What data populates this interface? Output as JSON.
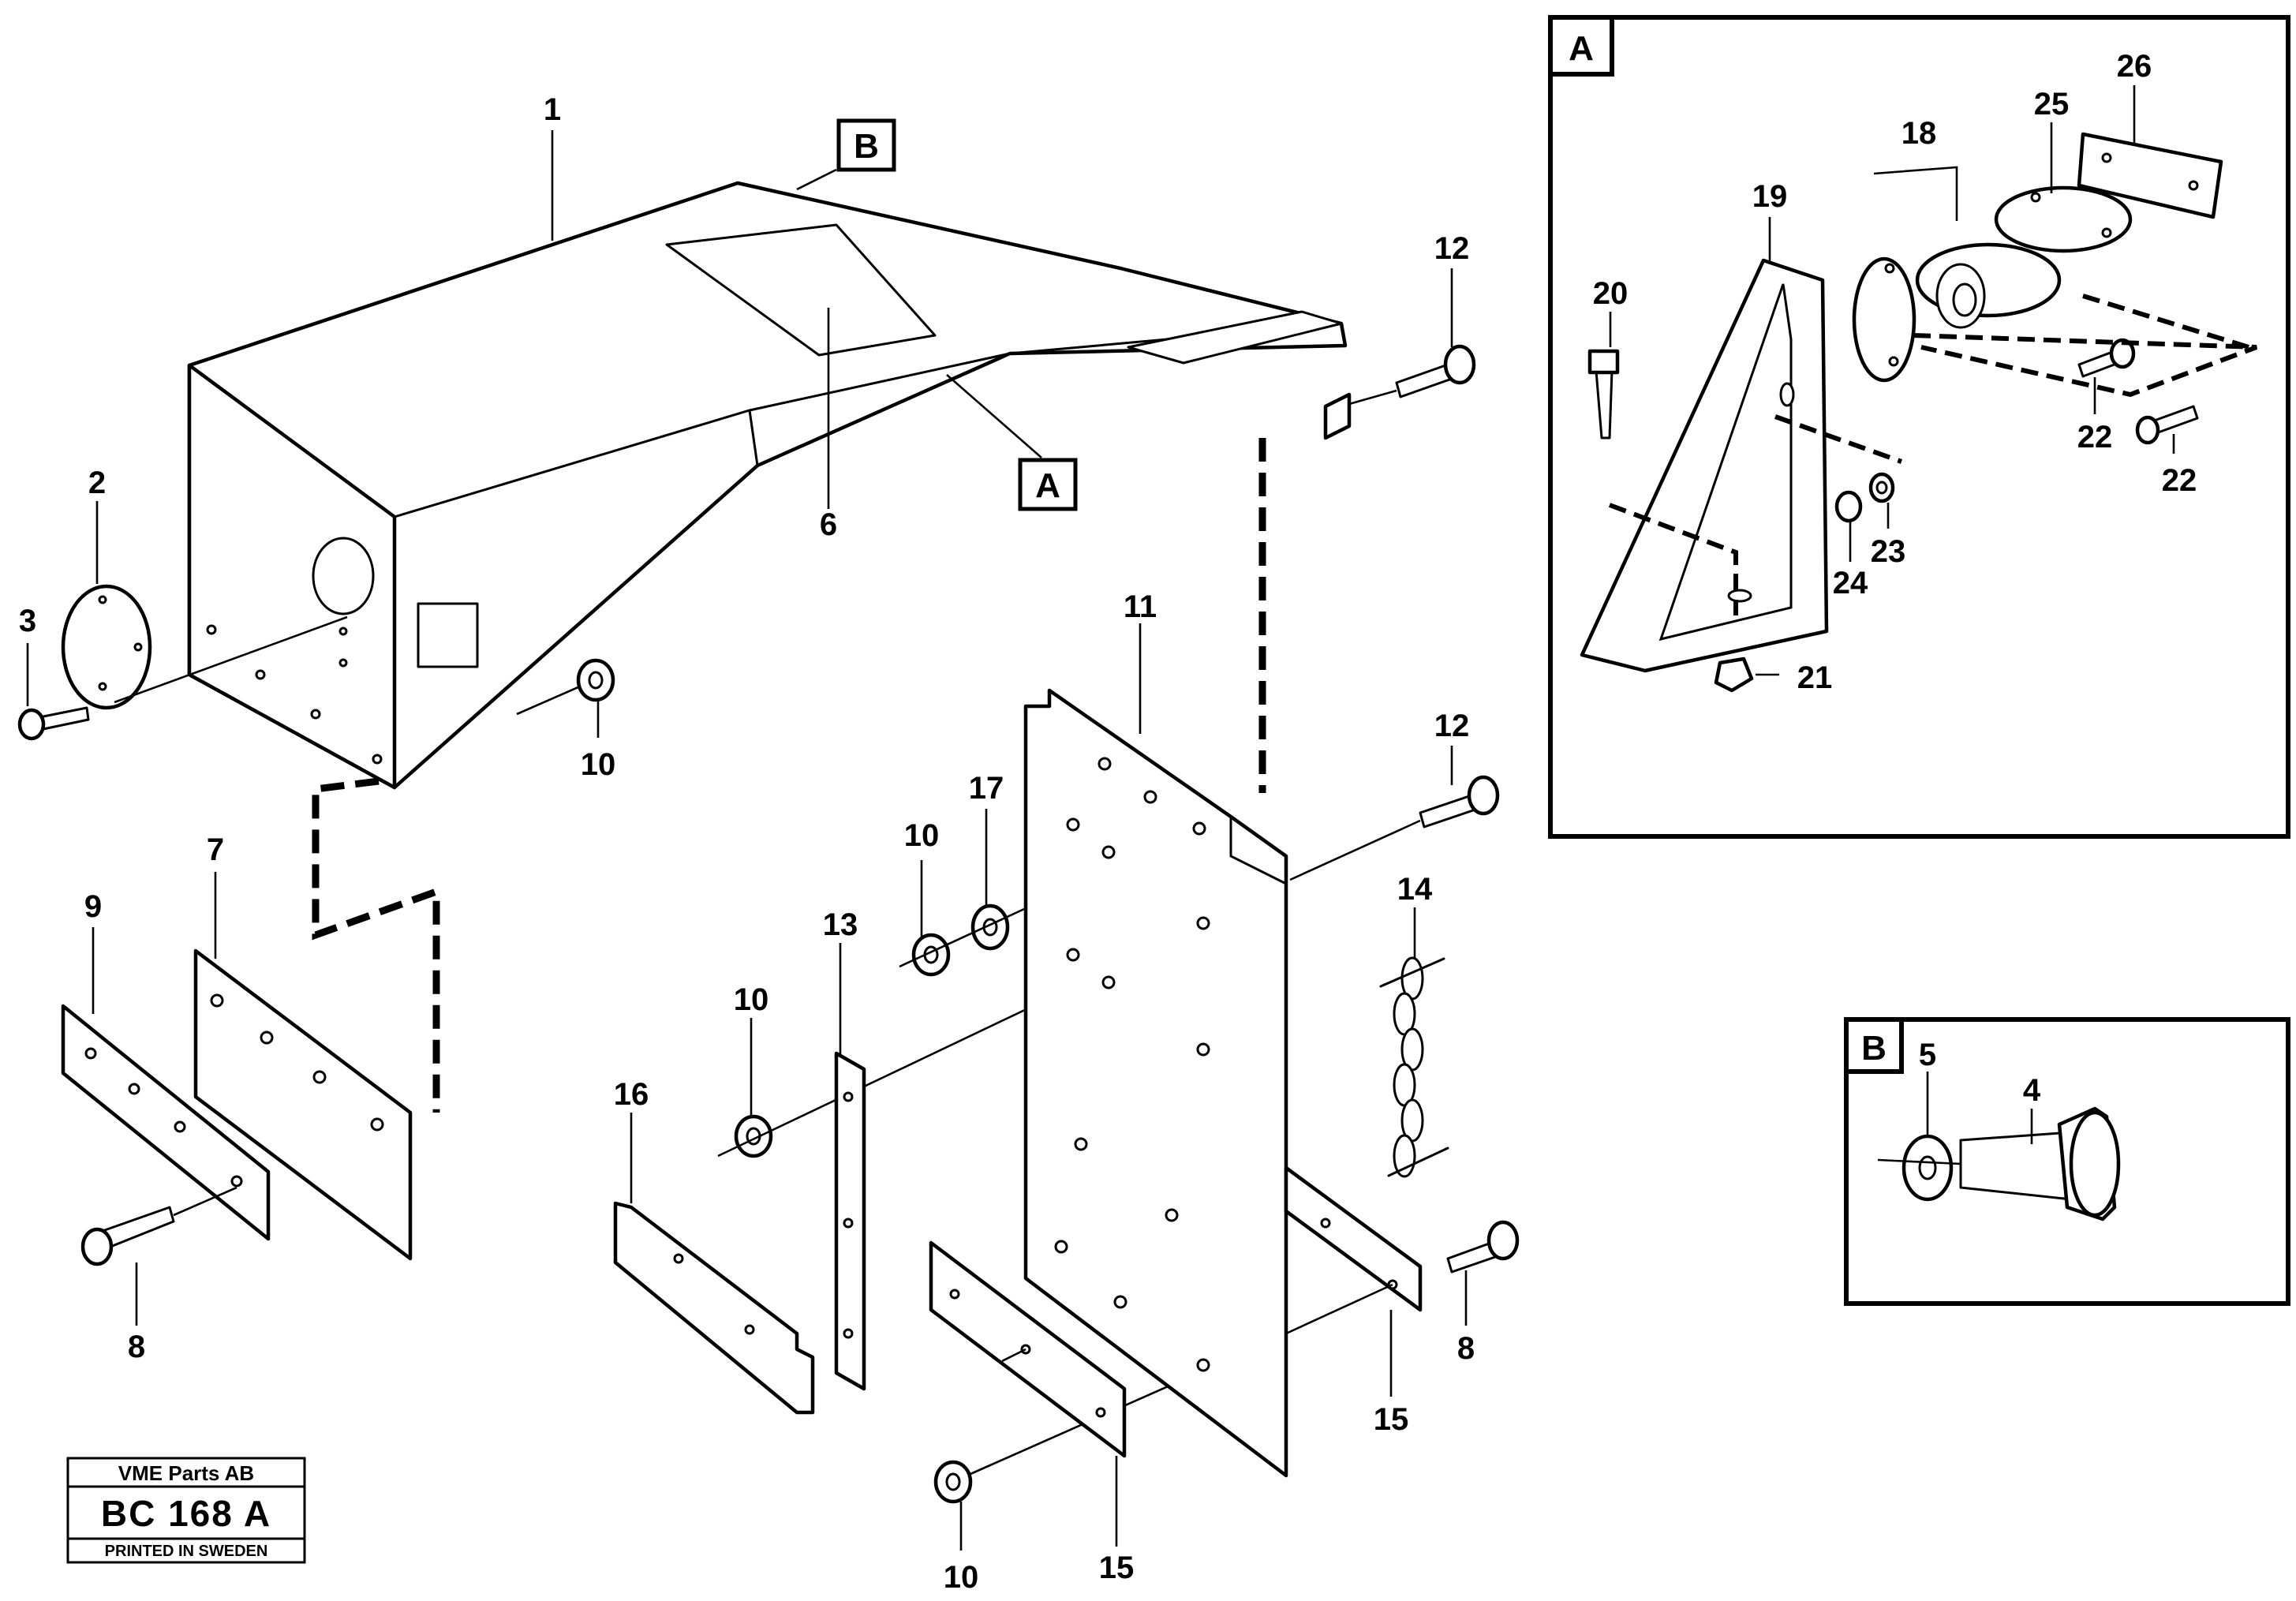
{
  "callouts": {
    "c1": "1",
    "c2": "2",
    "c3": "3",
    "c4": "4",
    "c5": "5",
    "c6": "6",
    "c7": "7",
    "c8a": "8",
    "c8b": "8",
    "c9": "9",
    "c10a": "10",
    "c10b": "10",
    "c10c": "10",
    "c10d": "10",
    "c11": "11",
    "c12a": "12",
    "c12b": "12",
    "c13": "13",
    "c14": "14",
    "c15a": "15",
    "c15b": "15",
    "c16": "16",
    "c17": "17",
    "c18": "18",
    "c19": "19",
    "c20": "20",
    "c21": "21",
    "c22a": "22",
    "c22b": "22",
    "c23": "23",
    "c24": "24",
    "c25": "25",
    "c26": "26"
  },
  "reference_markers": {
    "a_on_main": "A",
    "b_on_main": "B",
    "detail_a_title": "A",
    "detail_b_title": "B"
  },
  "stamp": {
    "company": "VME Parts AB",
    "code": "BC 168 A",
    "footer": "PRINTED IN SWEDEN"
  }
}
